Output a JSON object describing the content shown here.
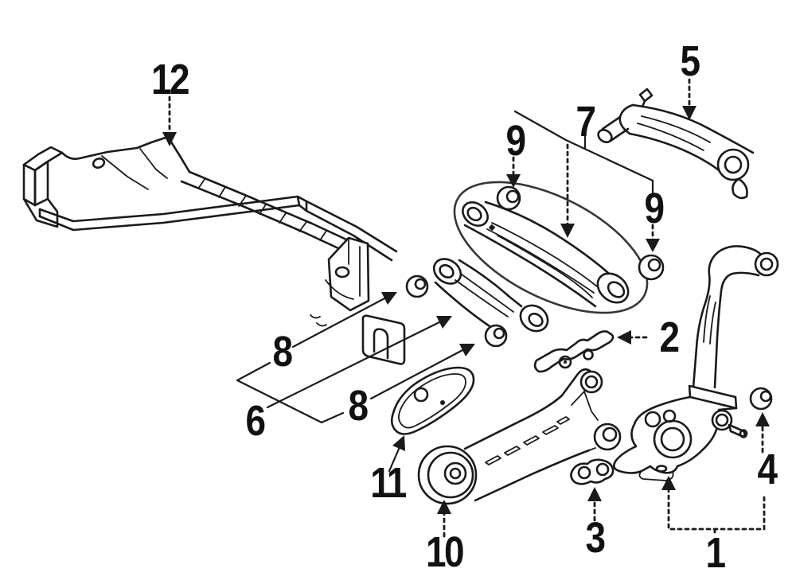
{
  "diagram": {
    "background_color": "#ffffff",
    "line_color": "#1a1a1a",
    "highlight_color": "#ee3b2e",
    "highlighted_callout": "7",
    "callouts": [
      {
        "label": "12"
      },
      {
        "label": "9"
      },
      {
        "label": "7"
      },
      {
        "label": "9"
      },
      {
        "label": "5"
      },
      {
        "label": "8"
      },
      {
        "label": "2"
      },
      {
        "label": "6"
      },
      {
        "label": "8"
      },
      {
        "label": "11"
      },
      {
        "label": "10"
      },
      {
        "label": "3"
      },
      {
        "label": "1"
      },
      {
        "label": "4"
      }
    ]
  }
}
